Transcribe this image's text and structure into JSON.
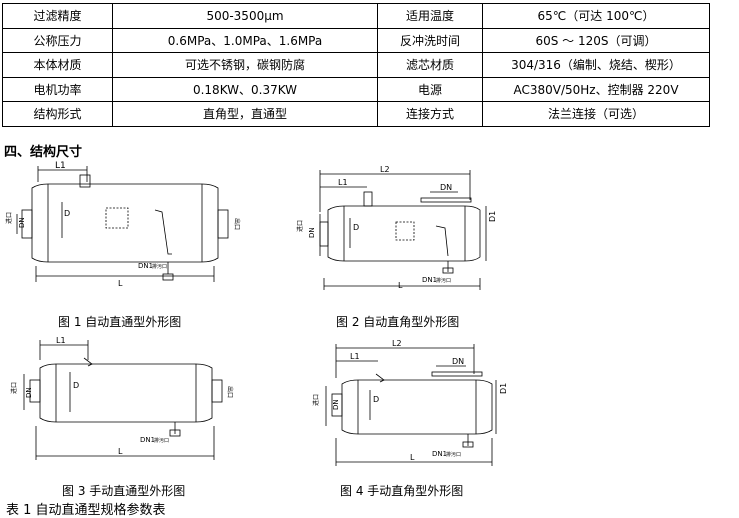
{
  "spec_table": {
    "rows": [
      {
        "l1": "过滤精度",
        "v1": "500-3500μm",
        "l2": "适用温度",
        "v2": "65℃（可达 100℃）"
      },
      {
        "l1": "公称压力",
        "v1": "0.6MPa、1.0MPa、1.6MPa",
        "l2": "反冲洗时间",
        "v2": "60S ～ 120S（可调）"
      },
      {
        "l1": "本体材质",
        "v1": "可选不锈钢，碳钢防腐",
        "l2": "滤芯材质",
        "v2": "304/316（编制、烧结、楔形）"
      },
      {
        "l1": "电机功率",
        "v1": "0.18KW、0.37KW",
        "l2": "电源",
        "v2": "AC380V/50Hz、控制器 220V"
      },
      {
        "l1": "结构形式",
        "v1": "直角型，直通型",
        "l2": "连接方式",
        "v2": "法兰连接（可选）"
      }
    ]
  },
  "section_title": "四、结构尺寸",
  "figures": [
    {
      "caption": "图 1 自动直通型外形图",
      "dims": {
        "l1": "L1",
        "l": "L",
        "dn": "DN",
        "d": "D",
        "dn1": "DN1",
        "inlet": "进口",
        "outlet": "出口",
        "drain": "排污口"
      }
    },
    {
      "caption": "图 2  自动直角型外形图",
      "dims": {
        "l1": "L1",
        "l2": "L2",
        "l": "L",
        "dn": "DN",
        "d1": "D1",
        "d": "D",
        "dn1": "DN1",
        "inlet": "进口",
        "drain": "排污口"
      }
    },
    {
      "caption": "图 3 手动直通型外形图",
      "dims": {
        "l1": "L1",
        "l": "L",
        "dn": "DN",
        "d": "D",
        "dn1": "DN1",
        "inlet": "进口",
        "outlet": "出口",
        "drain": "排污口"
      }
    },
    {
      "caption": "图 4  手动直角型外形图",
      "dims": {
        "l1": "L1",
        "l2": "L2",
        "l": "L",
        "dn": "DN",
        "d1": "D1",
        "d": "D",
        "dn1": "DN1",
        "inlet": "进口",
        "drain": "排污口"
      }
    }
  ],
  "table_caption": "表 1  自动直通型规格参数表"
}
